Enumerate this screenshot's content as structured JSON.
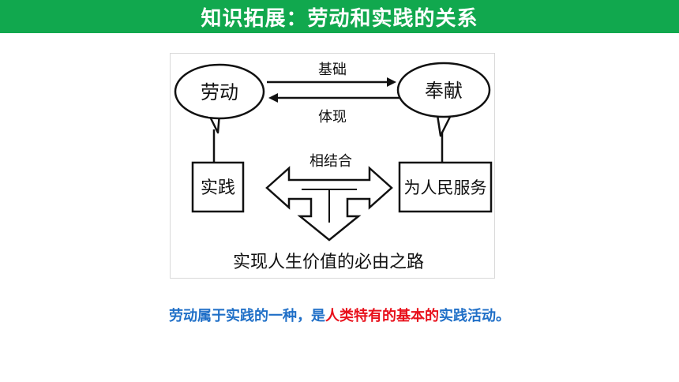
{
  "slide": {
    "title": "知识拓展：劳动和实践的关系"
  },
  "diagram": {
    "bubble_left": "劳动",
    "bubble_right": "奉献",
    "arrow_top_label": "基础",
    "arrow_bottom_label": "体现",
    "box_left": "实践",
    "box_right": "为人民服务",
    "center_label": "相结合",
    "bottom_text": "实现人生价值的必由之路"
  },
  "caption": {
    "part1": "劳动属于实践的一种，是",
    "part2": "人类特有的基本的",
    "part3": "实践活动。",
    "colors": {
      "blue": "#1f6fc7",
      "red": "#e8101b"
    }
  },
  "colors": {
    "title_bar": "#11a84e",
    "title_text": "#ffffff"
  }
}
